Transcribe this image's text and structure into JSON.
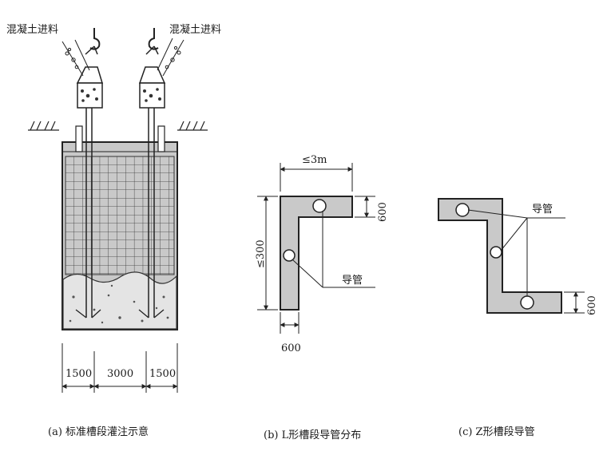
{
  "labels": {
    "concrete_feed": "混凝土进料",
    "tremie": "导管",
    "width_le": "≤3m",
    "height_le": "≤300",
    "b_600_top": "600",
    "b_600_bottom": "600",
    "c_600": "600",
    "dim_1500_left": "1500",
    "dim_3000": "3000",
    "dim_1500_right": "1500"
  },
  "captions": {
    "a": "(a) 标准槽段灌注示意",
    "b": "(b) L形槽段导管分布",
    "c": "(c) Z形槽段导管"
  },
  "colors": {
    "fill": "#c9c9c9",
    "stroke": "#222222"
  }
}
